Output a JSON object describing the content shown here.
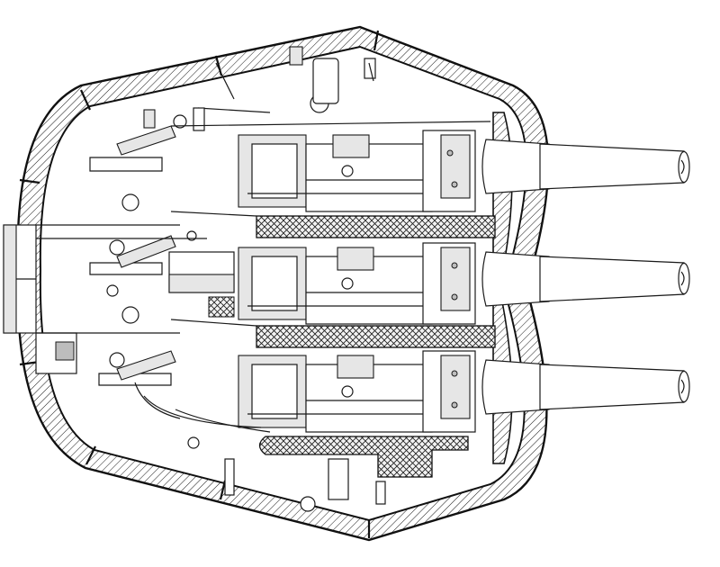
{
  "drawing": {
    "subject": "",
    "ink_color": "#1a1a1a",
    "paper_color": "#ffffff",
    "barrels": [
      {
        "id": "upper"
      },
      {
        "id": "middle"
      },
      {
        "id": "lower"
      }
    ]
  }
}
